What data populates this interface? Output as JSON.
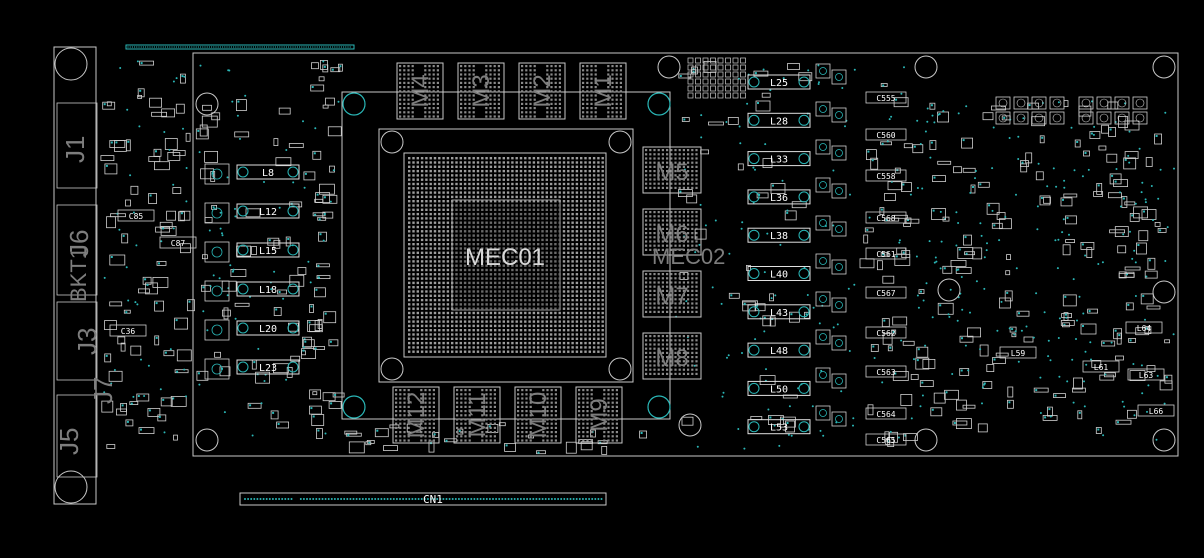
{
  "colors": {
    "background": "#000000",
    "outline": "#c8c8c8",
    "pad": "#2ab7b7",
    "silk": "#ffffff",
    "die_text": "#7d7d7d"
  },
  "labels": {
    "gpu": "MEC01",
    "gpu_alt": "MEC02",
    "pcie": "CN1",
    "bracket": "BKT1",
    "j1": "J1",
    "j3": "J3",
    "j5": "J5",
    "j6": "J6",
    "j7": "J7"
  },
  "memory_top": [
    "M4",
    "M3",
    "M2",
    "M1"
  ],
  "memory_bottom": [
    "M12",
    "M11",
    "M10",
    "M9"
  ],
  "memory_right": [
    "M5",
    "M6",
    "M7",
    "M8"
  ],
  "inductors_left": [
    "L8",
    "L12",
    "L15",
    "L18",
    "L20",
    "L23"
  ],
  "inductors_right": [
    "L25",
    "L28",
    "L33",
    "L36",
    "L38",
    "L40",
    "L43",
    "L48",
    "L50",
    "L53"
  ],
  "cap_labels": [
    "C555",
    "C560",
    "C558",
    "C568",
    "C561",
    "C567",
    "C562",
    "C563",
    "C564",
    "C565"
  ],
  "misc_labels": [
    "L59",
    "L61",
    "L63",
    "L66",
    "L64",
    "C87",
    "C36",
    "C85"
  ]
}
